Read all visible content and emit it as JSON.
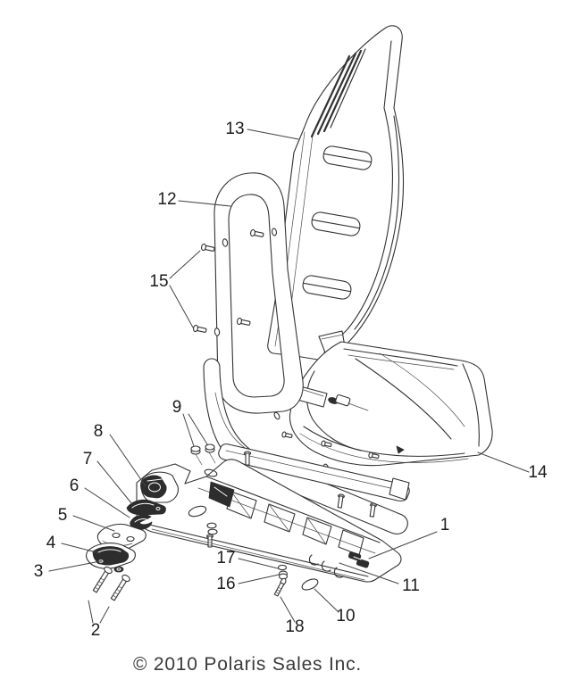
{
  "figure": {
    "copyright": "© 2010 Polaris Sales Inc."
  },
  "callouts": {
    "c1": "1",
    "c2": "2",
    "c3": "3",
    "c4": "4",
    "c5": "5",
    "c6": "6",
    "c7": "7",
    "c8": "8",
    "c9": "9",
    "c10": "10",
    "c11": "11",
    "c12": "12",
    "c13": "13",
    "c14": "14",
    "c15": "15",
    "c16": "16",
    "c17": "17",
    "c18": "18"
  }
}
